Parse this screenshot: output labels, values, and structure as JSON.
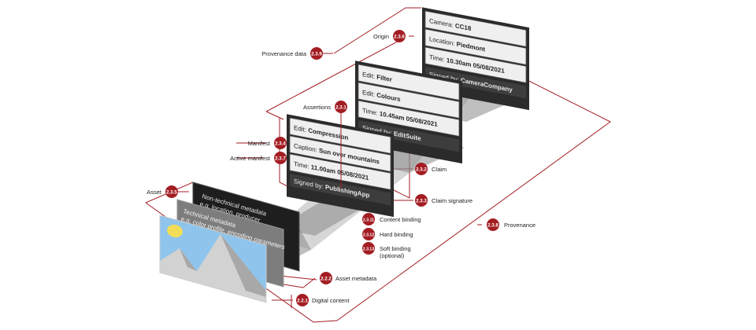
{
  "colors": {
    "accent": "#a31d23",
    "card_dark": "#2b2b2b",
    "card_cell": "#efefef",
    "card_border": "#555555",
    "footer": "#3d3d3d",
    "sky": "#8fc4ec",
    "sun": "#f1dd57",
    "mountain": "#d2d2d2",
    "mountain_shade": "#a8a8a8",
    "beam": "#8a8a8a"
  },
  "cards": [
    {
      "rows": [
        {
          "key": "Camera: ",
          "value": "CC18"
        },
        {
          "key": "Location: ",
          "value": "Piedmont"
        },
        {
          "key": "Time: ",
          "value": "10.30am 05/08/2021"
        }
      ],
      "signed_key": "Signed by: ",
      "signed_value": "CameraCompany"
    },
    {
      "rows": [
        {
          "key": "Edit: ",
          "value": "Filter"
        },
        {
          "key": "Edit: ",
          "value": "Colours"
        },
        {
          "key": "Time: ",
          "value": "10.45am 05/08/2021"
        }
      ],
      "signed_key": "Signed by: ",
      "signed_value": "EditSuite"
    },
    {
      "rows": [
        {
          "key": "Edit: ",
          "value": "Compression"
        },
        {
          "key": "Caption: ",
          "value": "Sun over mountains"
        },
        {
          "key": "Time: ",
          "value": "11.00am 05/08/2021"
        }
      ],
      "signed_key": "Signed by: ",
      "signed_value": "PublishingApp"
    }
  ],
  "asset_layers": {
    "non_technical": [
      "Non-technical metadata",
      "e.g. location, producer"
    ],
    "technical": [
      "Technical metadata",
      "e.g. color profile, encoding parameters"
    ]
  },
  "callouts": [
    {
      "badge": "2.3.9",
      "label": "Provenance data"
    },
    {
      "badge": "2.3.6",
      "label": "Origin"
    },
    {
      "badge": "2.3.1",
      "label": "Assertions"
    },
    {
      "badge": "2.3.4",
      "label": "Manifest"
    },
    {
      "badge": "2.3.7",
      "label": "Active manifest"
    },
    {
      "badge": "2.3.2",
      "label": "Claim"
    },
    {
      "badge": "2.3.3",
      "label": "Claim signature"
    },
    {
      "badge": "2.3.5",
      "label": "Asset"
    },
    {
      "badge": "2.3.11",
      "label": "Content binding"
    },
    {
      "badge": "2.3.12",
      "label": "Hard binding"
    },
    {
      "badge": "2.3.13",
      "label": "Soft binding\n(optional)"
    },
    {
      "badge": "2.3.8",
      "label": "Provenance"
    },
    {
      "badge": "2.2.2",
      "label": "Asset metadata"
    },
    {
      "badge": "2.2.1",
      "label": "Digital content"
    }
  ]
}
